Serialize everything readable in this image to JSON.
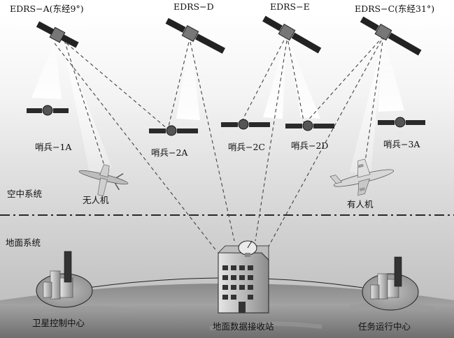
{
  "geo_satellites": [
    {
      "id": "edrs-a",
      "label": "EDRS−A(东经9°)"
    },
    {
      "id": "edrs-d",
      "label": "EDRS−D"
    },
    {
      "id": "edrs-e",
      "label": "EDRS−E"
    },
    {
      "id": "edrs-c",
      "label": "EDRS−C(东经31°)"
    }
  ],
  "leo_satellites": [
    {
      "id": "sentinel-1a",
      "label": "哨兵−1A"
    },
    {
      "id": "sentinel-2a",
      "label": "哨兵−2A"
    },
    {
      "id": "sentinel-2c",
      "label": "哨兵−2C"
    },
    {
      "id": "sentinel-2d",
      "label": "哨兵−2D"
    },
    {
      "id": "sentinel-3a",
      "label": "哨兵−3A"
    }
  ],
  "aircraft": [
    {
      "id": "uav",
      "label": "无人机"
    },
    {
      "id": "manned",
      "label": "有人机"
    }
  ],
  "sections": {
    "air": "空中系统",
    "ground": "地面系统"
  },
  "ground_stations": [
    {
      "id": "control-center",
      "label": "卫星控制中心"
    },
    {
      "id": "receiving-station",
      "label": "地面数据接收站"
    },
    {
      "id": "mission-center",
      "label": "任务运行中心"
    }
  ]
}
